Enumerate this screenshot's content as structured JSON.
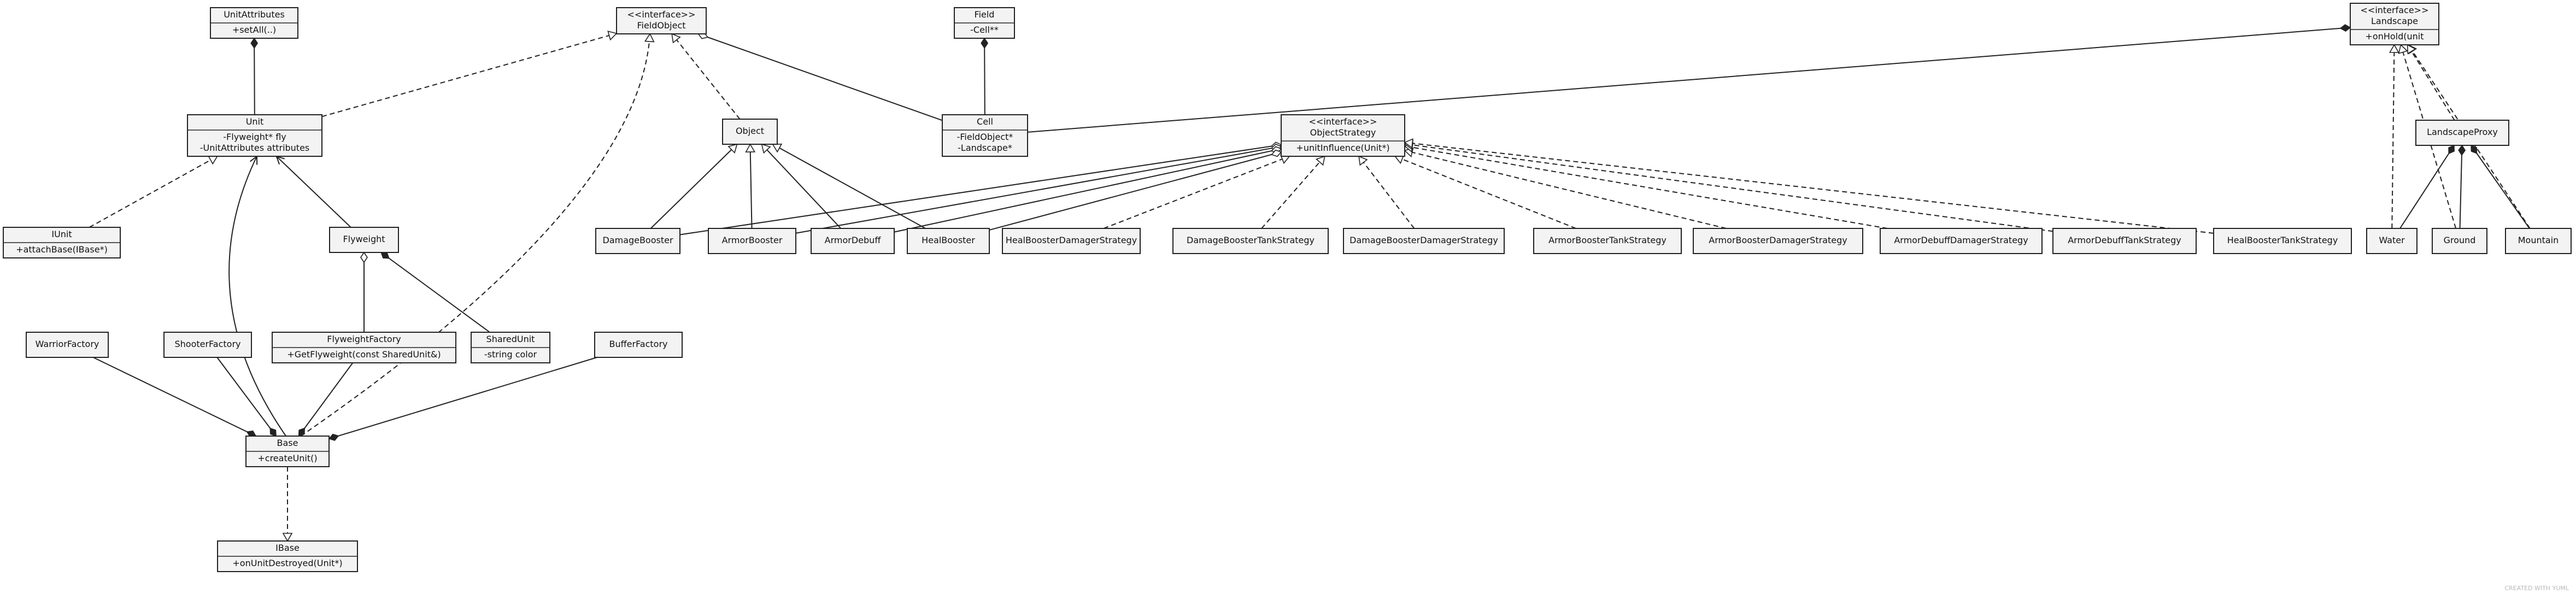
{
  "credit": "CREATED WITH YUML",
  "classes": {
    "unit_attributes": {
      "name": "UnitAttributes",
      "members": [
        "+setAll(..)"
      ]
    },
    "field_object": {
      "name": "<<interface>>\nFieldObject",
      "members": []
    },
    "field": {
      "name": "Field",
      "members": [
        "-Cell**"
      ]
    },
    "landscape": {
      "name": "<<interface>>\nLandscape",
      "members": [
        "+onHold(unit"
      ]
    },
    "unit": {
      "name": "Unit",
      "members": [
        "-Flyweight* fly",
        "-UnitAttributes attributes"
      ]
    },
    "object": {
      "name": "Object",
      "members": []
    },
    "cell": {
      "name": "Cell",
      "members": [
        "-FieldObject*",
        "-Landscape*"
      ]
    },
    "object_strategy": {
      "name": "<<interface>>\nObjectStrategy",
      "members": [
        "+unitInfluence(Unit*)"
      ]
    },
    "landscape_proxy": {
      "name": "LandscapeProxy",
      "members": []
    },
    "iunit": {
      "name": "IUnit",
      "members": [
        "+attachBase(IBase*)"
      ]
    },
    "flyweight": {
      "name": "Flyweight",
      "members": []
    },
    "damage_booster": {
      "name": "DamageBooster",
      "members": []
    },
    "armor_booster": {
      "name": "ArmorBooster",
      "members": []
    },
    "armor_debuff": {
      "name": "ArmorDebuff",
      "members": []
    },
    "heal_booster": {
      "name": "HealBooster",
      "members": []
    },
    "heal_booster_damager_strategy": {
      "name": "HealBoosterDamagerStrategy",
      "members": []
    },
    "damage_booster_tank_strategy": {
      "name": "DamageBoosterTankStrategy",
      "members": []
    },
    "damage_booster_damager_strategy": {
      "name": "DamageBoosterDamagerStrategy",
      "members": []
    },
    "armor_booster_tank_strategy": {
      "name": "ArmorBoosterTankStrategy",
      "members": []
    },
    "armor_booster_damager_strategy": {
      "name": "ArmorBoosterDamagerStrategy",
      "members": []
    },
    "armor_debuff_damager_strategy": {
      "name": "ArmorDebuffDamagerStrategy",
      "members": []
    },
    "armor_debuff_tank_strategy": {
      "name": "ArmorDebuffTankStrategy",
      "members": []
    },
    "heal_booster_tank_strategy": {
      "name": "HealBoosterTankStrategy",
      "members": []
    },
    "water": {
      "name": "Water",
      "members": []
    },
    "ground": {
      "name": "Ground",
      "members": []
    },
    "mountain": {
      "name": "Mountain",
      "members": []
    },
    "warrior_factory": {
      "name": "WarriorFactory",
      "members": []
    },
    "shooter_factory": {
      "name": "ShooterFactory",
      "members": []
    },
    "flyweight_factory": {
      "name": "FlyweightFactory",
      "members": [
        "+GetFlyweight(const SharedUnit&)"
      ]
    },
    "shared_unit": {
      "name": "SharedUnit",
      "members": [
        "-string color"
      ]
    },
    "buffer_factory": {
      "name": "BufferFactory",
      "members": []
    },
    "base": {
      "name": "Base",
      "members": [
        "+createUnit()"
      ]
    },
    "ibase": {
      "name": "IBase",
      "members": [
        "+onUnitDestroyed(Unit*)"
      ]
    }
  },
  "relations": [
    {
      "from": "unit",
      "to": "unit_attributes",
      "kind": "composition"
    },
    {
      "from": "unit",
      "to": "field_object",
      "kind": "realization"
    },
    {
      "from": "object",
      "to": "field_object",
      "kind": "realization"
    },
    {
      "from": "base",
      "to": "field_object",
      "kind": "realization"
    },
    {
      "from": "cell",
      "to": "field_object",
      "kind": "aggregation"
    },
    {
      "from": "cell",
      "to": "field",
      "kind": "composition"
    },
    {
      "from": "cell",
      "to": "landscape",
      "kind": "composition"
    },
    {
      "from": "iunit",
      "to": "unit",
      "kind": "realization"
    },
    {
      "from": "flyweight",
      "to": "unit",
      "kind": "association"
    },
    {
      "from": "base",
      "to": "unit",
      "kind": "association"
    },
    {
      "from": "flyweight_factory",
      "to": "flyweight",
      "kind": "aggregation"
    },
    {
      "from": "shared_unit",
      "to": "flyweight",
      "kind": "composition"
    },
    {
      "from": "damage_booster",
      "to": "object",
      "kind": "inheritance"
    },
    {
      "from": "armor_booster",
      "to": "object",
      "kind": "inheritance"
    },
    {
      "from": "armor_debuff",
      "to": "object",
      "kind": "inheritance"
    },
    {
      "from": "heal_booster",
      "to": "object",
      "kind": "inheritance"
    },
    {
      "from": "damage_booster",
      "to": "object_strategy",
      "kind": "aggregation"
    },
    {
      "from": "armor_booster",
      "to": "object_strategy",
      "kind": "aggregation"
    },
    {
      "from": "armor_debuff",
      "to": "object_strategy",
      "kind": "aggregation"
    },
    {
      "from": "heal_booster",
      "to": "object_strategy",
      "kind": "aggregation"
    },
    {
      "from": "heal_booster_damager_strategy",
      "to": "object_strategy",
      "kind": "realization"
    },
    {
      "from": "damage_booster_tank_strategy",
      "to": "object_strategy",
      "kind": "realization"
    },
    {
      "from": "damage_booster_damager_strategy",
      "to": "object_strategy",
      "kind": "realization"
    },
    {
      "from": "armor_booster_tank_strategy",
      "to": "object_strategy",
      "kind": "realization"
    },
    {
      "from": "armor_booster_damager_strategy",
      "to": "object_strategy",
      "kind": "realization"
    },
    {
      "from": "armor_debuff_damager_strategy",
      "to": "object_strategy",
      "kind": "realization"
    },
    {
      "from": "armor_debuff_tank_strategy",
      "to": "object_strategy",
      "kind": "realization"
    },
    {
      "from": "heal_booster_tank_strategy",
      "to": "object_strategy",
      "kind": "realization"
    },
    {
      "from": "water",
      "to": "landscape",
      "kind": "realization"
    },
    {
      "from": "ground",
      "to": "landscape",
      "kind": "realization"
    },
    {
      "from": "mountain",
      "to": "landscape",
      "kind": "realization"
    },
    {
      "from": "landscape_proxy",
      "to": "landscape",
      "kind": "realization"
    },
    {
      "from": "water",
      "to": "landscape_proxy",
      "kind": "composition"
    },
    {
      "from": "ground",
      "to": "landscape_proxy",
      "kind": "composition"
    },
    {
      "from": "mountain",
      "to": "landscape_proxy",
      "kind": "composition"
    },
    {
      "from": "warrior_factory",
      "to": "base",
      "kind": "composition"
    },
    {
      "from": "shooter_factory",
      "to": "base",
      "kind": "composition"
    },
    {
      "from": "flyweight_factory",
      "to": "base",
      "kind": "composition"
    },
    {
      "from": "buffer_factory",
      "to": "base",
      "kind": "composition"
    },
    {
      "from": "base",
      "to": "ibase",
      "kind": "realization"
    }
  ]
}
